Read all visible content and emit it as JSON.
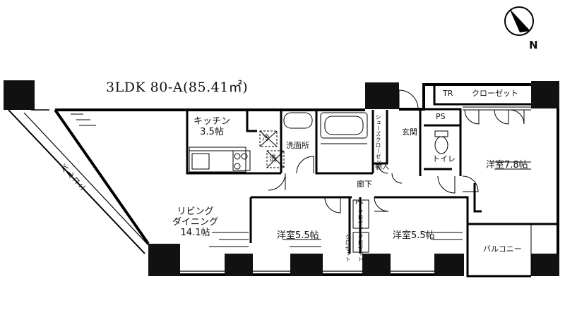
{
  "title": "3LDK  80-A(85.41㎡)",
  "compass": {
    "north_label": "N"
  },
  "rooms": {
    "kitchen_name": "キッチン",
    "kitchen_size": "3.5帖",
    "washroom": "洗面所",
    "shoe_closet": "シューズクローゼット",
    "entrance": "玄関",
    "storage": "物入",
    "corridor": "廊下",
    "toilet": "トイレ",
    "ps_top": "PS",
    "ps_mid": "PS",
    "tr": "TR",
    "closet": "クローゼット",
    "western_78": "洋室7.8帖",
    "living_1": "リビング",
    "living_2": "ダイニング",
    "living_3": "14.1帖",
    "western_55a": "洋室5.5帖",
    "western_55b": "洋室5.5帖",
    "closet_small_a": "クロゼット",
    "closet_small_b": "クロゼット",
    "closet_small_c": "クロゼット",
    "balcony_right": "バルコニー",
    "balcony_left": "バルコニー",
    "fridge": "冷",
    "washer": "洗"
  }
}
